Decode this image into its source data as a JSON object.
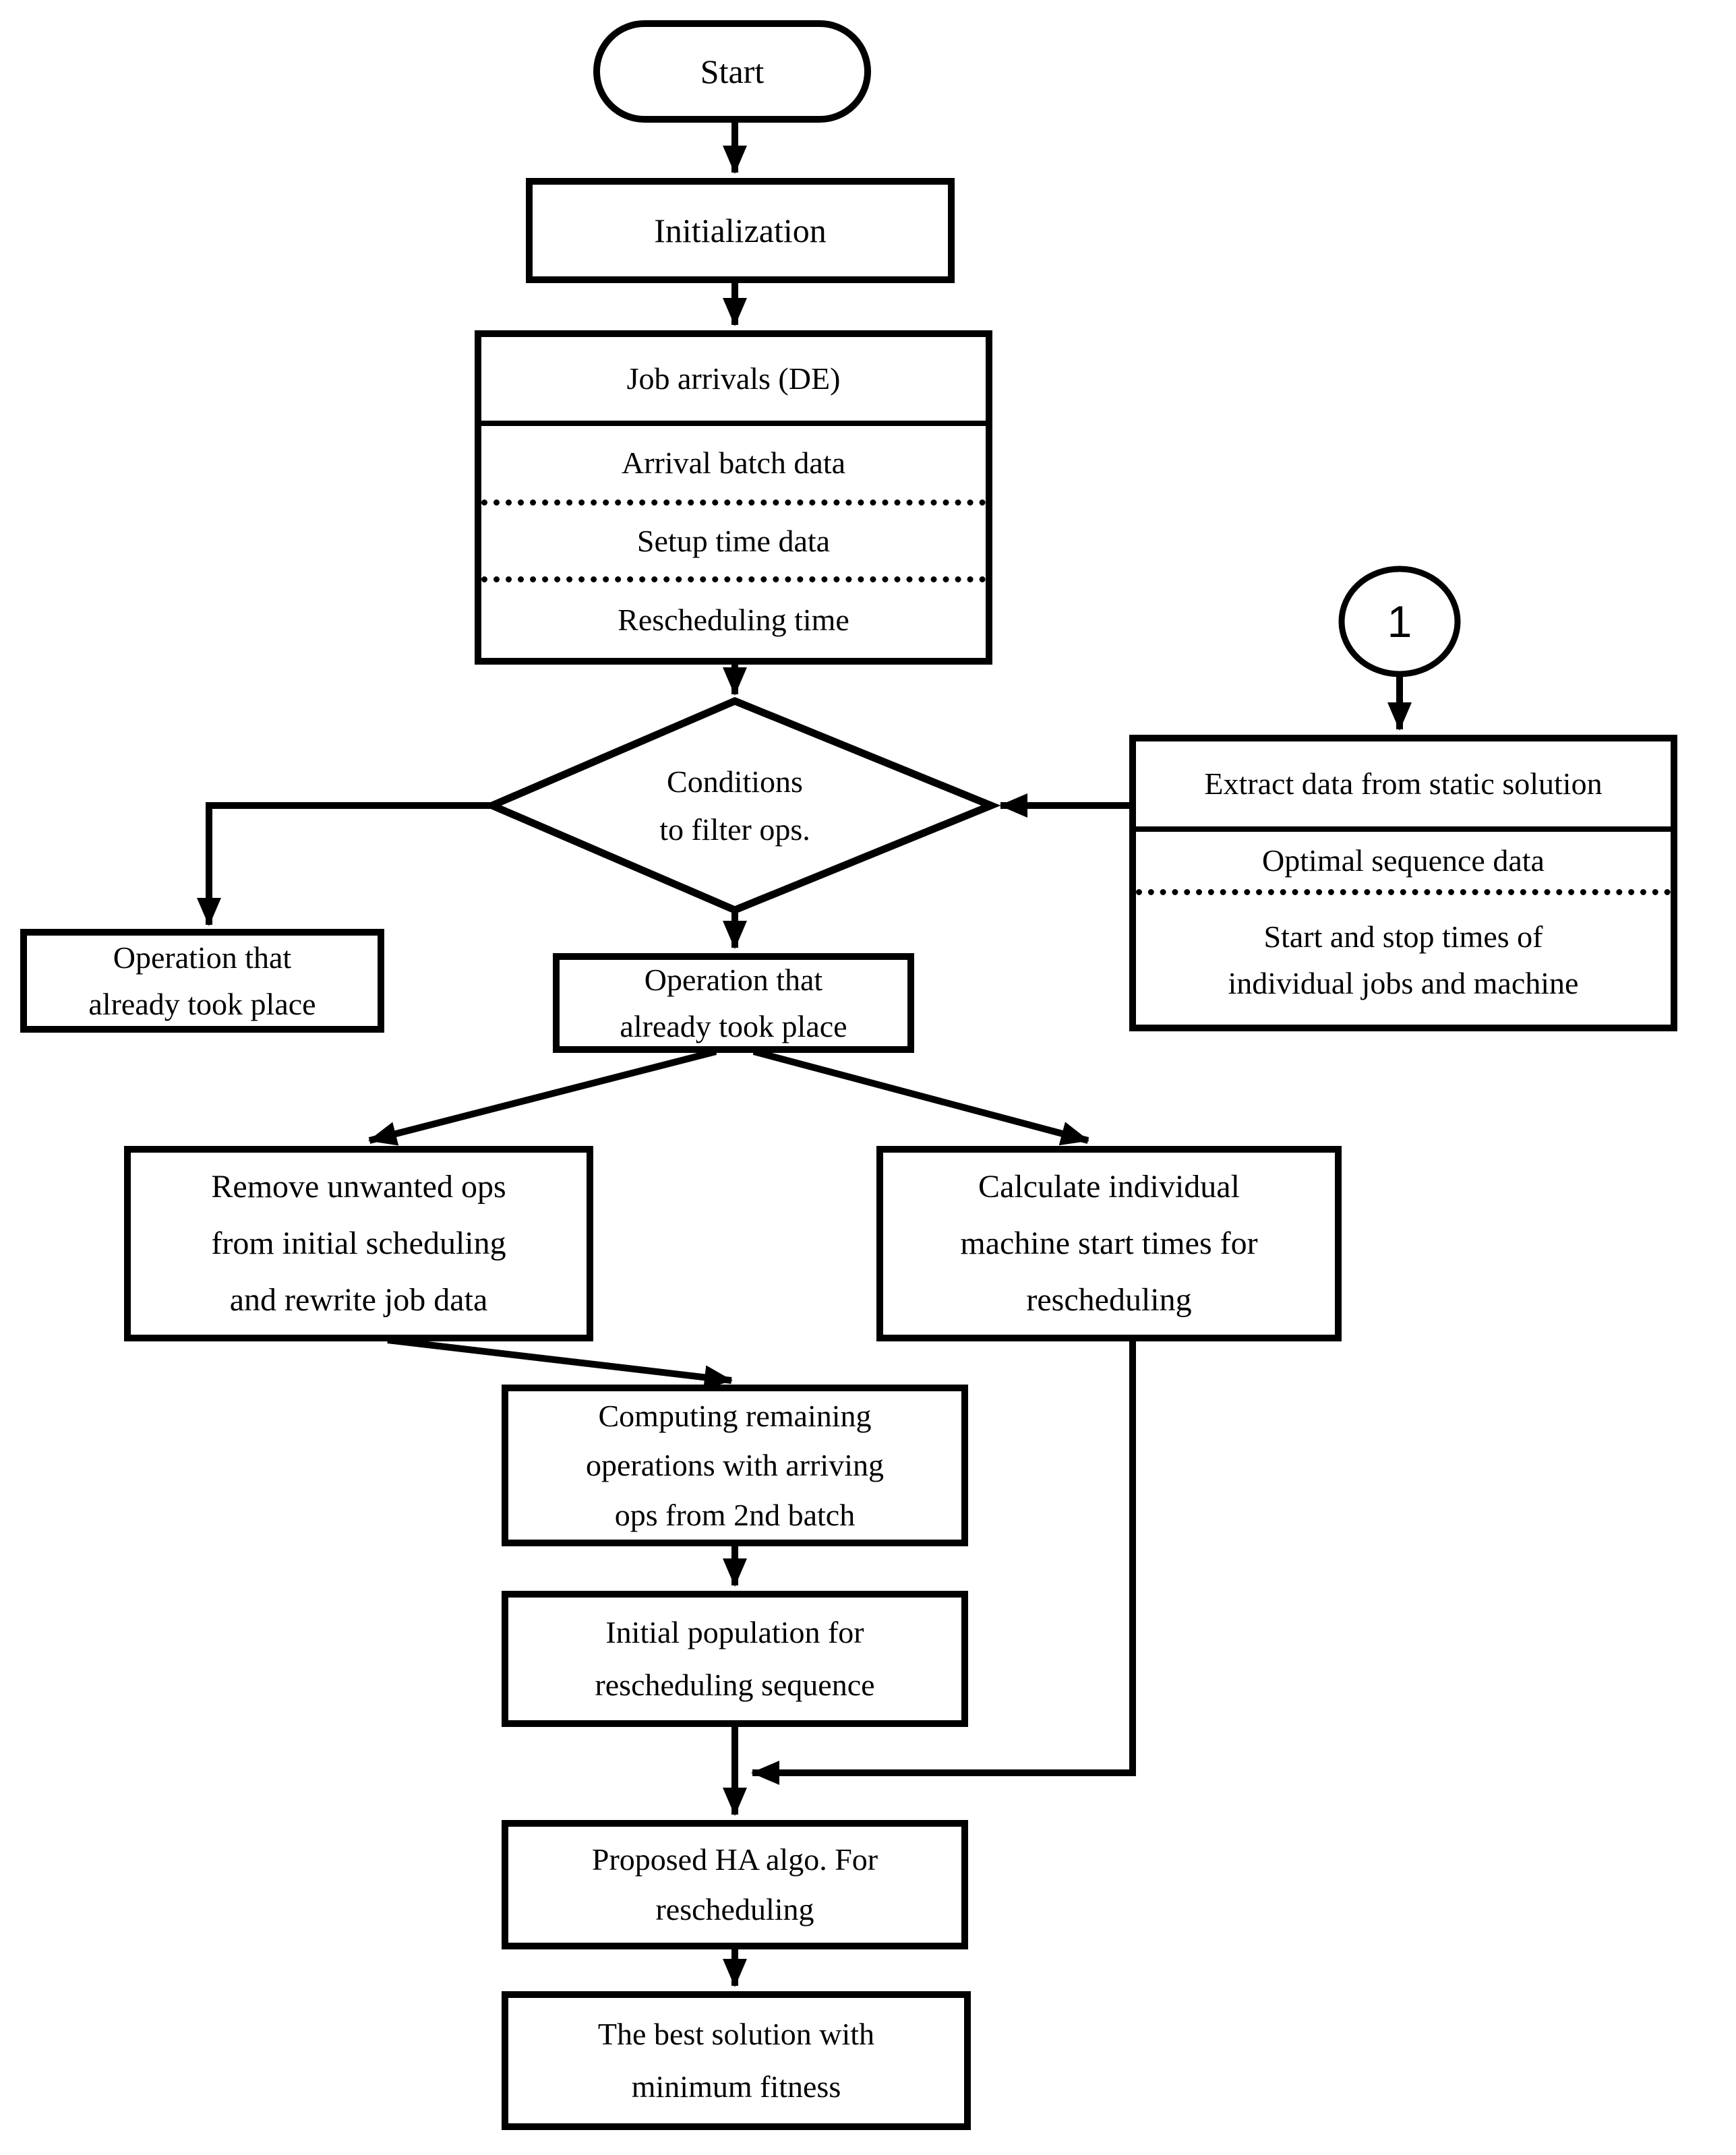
{
  "colors": {
    "ink": "#000000",
    "background": "#ffffff"
  },
  "diagram": {
    "kind": "flowchart",
    "nodes": {
      "start": {
        "label": "Start"
      },
      "initialization": {
        "label": "Initialization"
      },
      "job_arrivals": {
        "title": "Job arrivals (DE)",
        "rows": [
          "Arrival batch data",
          "Setup time data",
          "Rescheduling time"
        ]
      },
      "conditions_decision": {
        "label": "Conditions\nto filter ops."
      },
      "connector_circle": {
        "label": "1"
      },
      "extract_static": {
        "title": "Extract data from static solution",
        "rows": [
          "Optimal sequence data",
          "Start and stop times of\nindividual jobs and machine"
        ]
      },
      "operation_took_place_left": {
        "label": "Operation that\nalready took place"
      },
      "operation_took_place_center": {
        "label": "Operation that\nalready took place"
      },
      "remove_unwanted": {
        "label": "Remove unwanted ops\nfrom initial scheduling\nand rewrite job data"
      },
      "calculate_machine_starts": {
        "label": "Calculate individual\nmachine start times for\nrescheduling"
      },
      "computing_remaining": {
        "label": "Computing remaining\noperations with arriving\nops from 2nd batch"
      },
      "initial_population": {
        "label": "Initial population for\nrescheduling sequence"
      },
      "proposed_ha": {
        "label": "Proposed HA algo. For\nrescheduling"
      },
      "best_solution": {
        "label": "The best solution with\nminimum fitness"
      }
    }
  }
}
